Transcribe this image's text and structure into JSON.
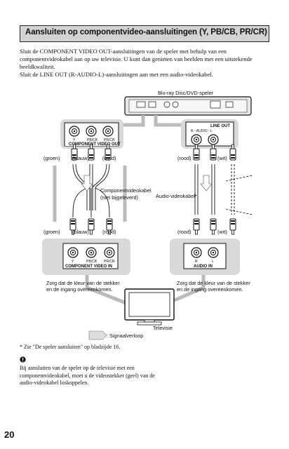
{
  "section": {
    "title": "Aansluiten op componentvideo-aansluitingen (Y, PB/CB, PR/CR)"
  },
  "intro": [
    "Sluit de COMPONENT VIDEO OUT-aansluitingen van de speler met behulp van een componentvideokabel aan op uw televisie. U kunt dan genieten van beelden met een uitstekende beeldkwaliteit.",
    "Sluit de LINE OUT (R-AUDIO-L)-aansluitingen aan met een audio-videokabel."
  ],
  "diagram": {
    "player_label": "Blu-ray Disc/DVD-speler",
    "component_out": {
      "panel_label": "COMPONENT VIDEO OUT",
      "jacks": [
        "Y",
        "PB/CB",
        "PR/CR"
      ]
    },
    "line_out": {
      "panel_label": "LINE OUT",
      "sub_label": "R - AUDIO - L"
    },
    "top_colors_left": [
      "(groen)",
      "(blauw)",
      "(rood)"
    ],
    "top_colors_right": [
      "(rood)",
      "(wit)"
    ],
    "component_cable_label": "Componentvideokabel",
    "component_cable_note": "(niet bijgeleverd)",
    "audio_cable_label": "Audio-videokabel*",
    "bottom_colors_left": [
      "(groen)",
      "(blauw)",
      "(rood)"
    ],
    "bottom_colors_right": [
      "(rood)",
      "(wit)"
    ],
    "component_in": {
      "panel_label": "COMPONENT VIDEO IN",
      "jacks": [
        "Y",
        "PB/CB",
        "PR/CR"
      ]
    },
    "audio_in": {
      "panel_label": "AUDIO IN",
      "jacks": [
        "R",
        "L"
      ]
    },
    "match_note_left": [
      "Zorg dat de kleur van de stekker",
      "en de ingang overeenkomen."
    ],
    "match_note_right": [
      "Zorg dat de kleur van de stekker",
      "en de ingang overeenkomen."
    ],
    "tv_label": "Televisie",
    "signal_flow_label": ": Signaalverloop"
  },
  "footnote": "* Zie \"De speler aansluiten\" op bladzijde 16.",
  "note_icon": "caution-icon",
  "note": "Bij aansluiten van de speler op de televisie met een componentvideokabel, moet u de videostekker (geel) van de audio-videokabel loskoppelen.",
  "page_number": "20"
}
